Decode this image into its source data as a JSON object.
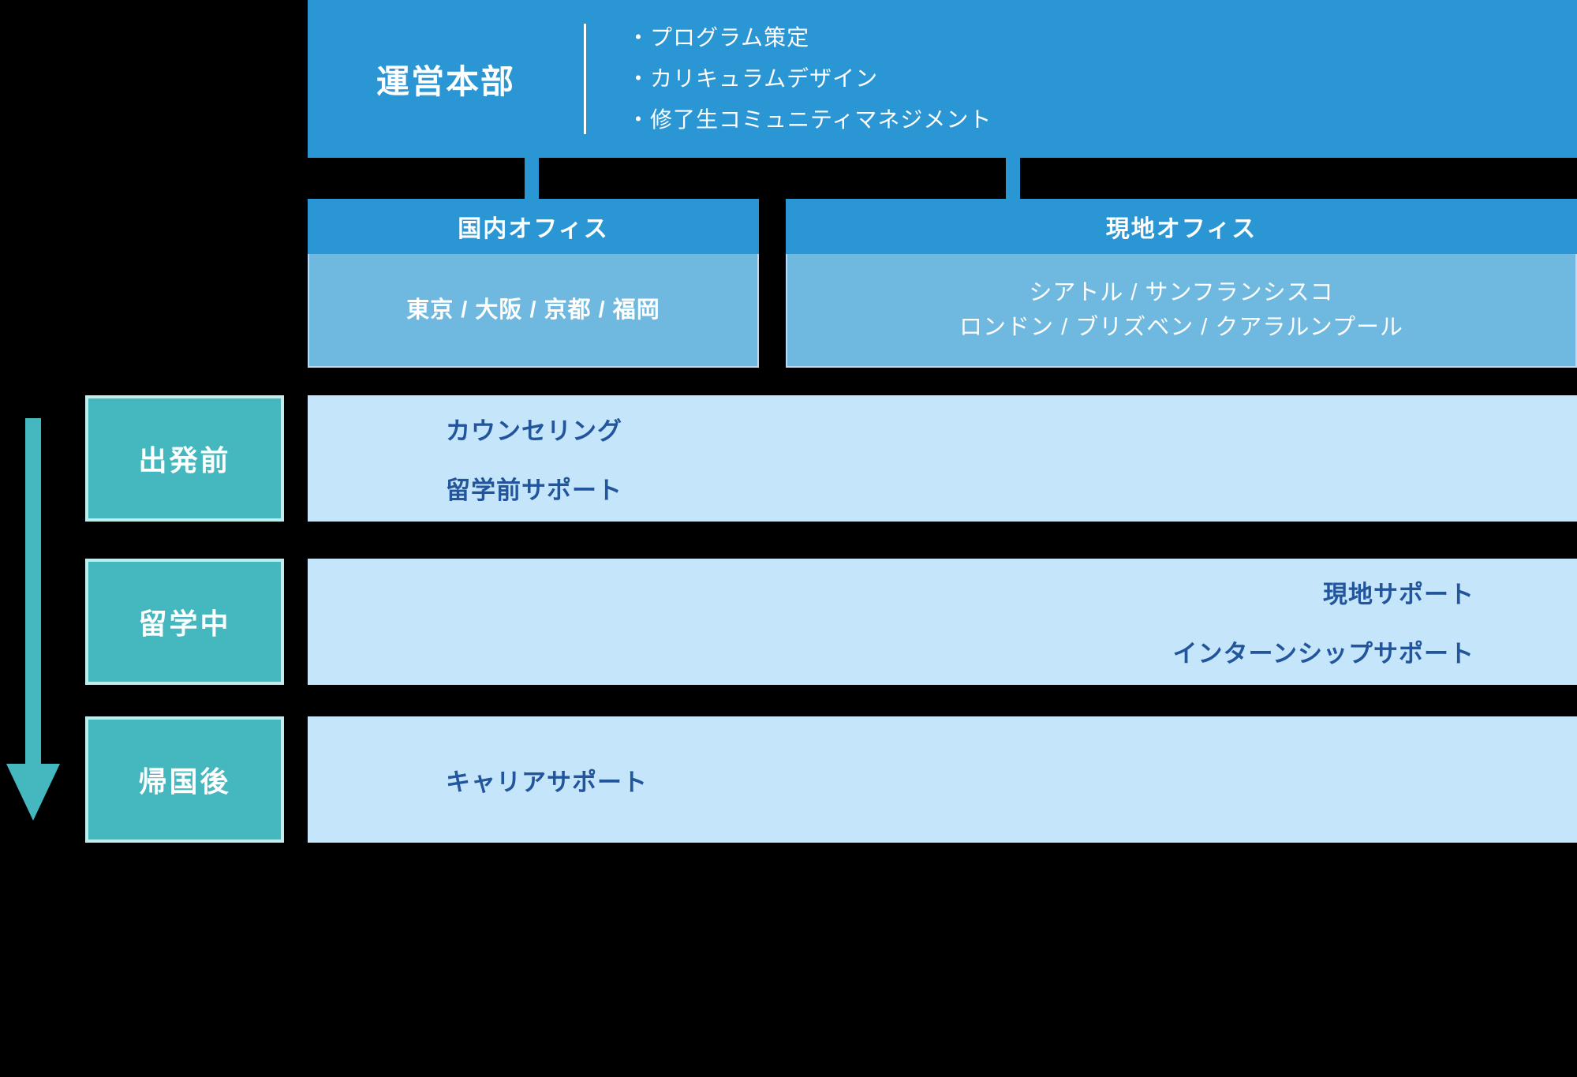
{
  "theme": {
    "background": "#000000",
    "brand_blue": "#2B96D4",
    "office_body_blue": "#6FB9E0",
    "panel_blue": "#C5E6FA",
    "stage_teal": "#45B8BF",
    "stage_border": "#BFECEC",
    "text_navy": "#22559C",
    "text_white": "#FFFFFF"
  },
  "headquarters": {
    "title": "運営本部",
    "responsibilities": [
      "・プログラム策定",
      "・カリキュラムデザイン",
      "・修了生コミュニティマネジメント"
    ]
  },
  "offices": [
    {
      "name": "国内オフィス",
      "locations_lines": [
        "東京 / 大阪 / 京都 / 福岡"
      ]
    },
    {
      "name": "現地オフィス",
      "locations_lines": [
        "シアトル / サンフランシスコ",
        "ロンドン / ブリズベン / クアラルンプール"
      ]
    }
  ],
  "timeline": {
    "arrow": "downward-arrow",
    "stages": [
      {
        "label": "出発前",
        "align": "left",
        "services": [
          "カウンセリング",
          "留学前サポート"
        ]
      },
      {
        "label": "留学中",
        "align": "right",
        "services": [
          "現地サポート",
          "インターンシップサポート"
        ]
      },
      {
        "label": "帰国後",
        "align": "left",
        "services": [
          "キャリアサポート"
        ]
      }
    ]
  }
}
